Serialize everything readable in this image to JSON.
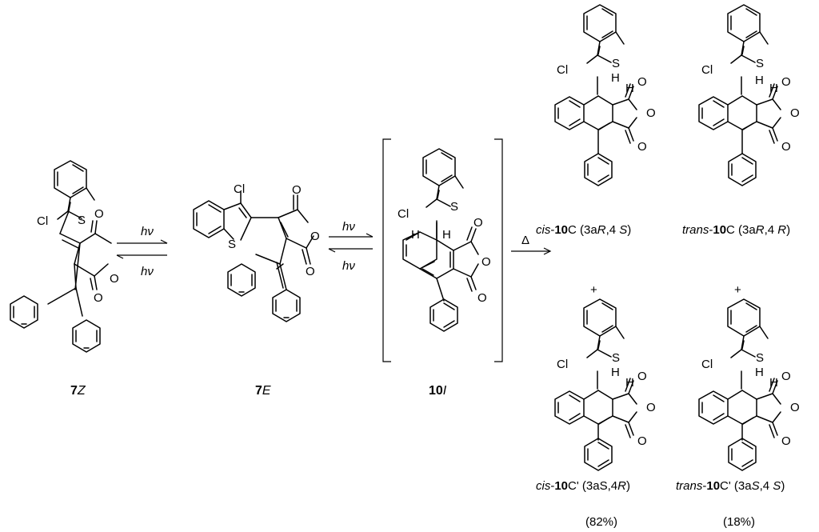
{
  "compounds": {
    "c7z": {
      "number": "7",
      "suffix": "Z"
    },
    "c7e": {
      "number": "7",
      "suffix": "E"
    },
    "c10i": {
      "number": "10",
      "suffix": "I"
    }
  },
  "arrows": {
    "hv": "hν",
    "heat": "Δ"
  },
  "atoms": {
    "cl": "Cl",
    "s": "S",
    "o": "O",
    "h": "H",
    "plus": "+"
  },
  "products": {
    "cis10c": {
      "prefix": "cis",
      "number": "10",
      "tail": "C (3a",
      "d1": "R",
      "mid": ",4 ",
      "d2": "S",
      "end": ")"
    },
    "trans10c": {
      "prefix": "trans",
      "number": "10",
      "tail": "C (3a",
      "d1": "R",
      "mid": ",4 ",
      "d2": "R",
      "end": ")"
    },
    "cis10cp": {
      "prefix": "cis",
      "number": "10",
      "tail": "C' (3aS,4",
      "d1": "",
      "mid": "",
      "d2": "R",
      "end": ")"
    },
    "trans10cp": {
      "prefix": "trans",
      "number": "10",
      "tail": "C' (3a",
      "d1": "S",
      "mid": ",4 ",
      "d2": "S",
      "end": ")"
    }
  },
  "yields": {
    "cis": "(82%)",
    "trans": "(18%)"
  }
}
